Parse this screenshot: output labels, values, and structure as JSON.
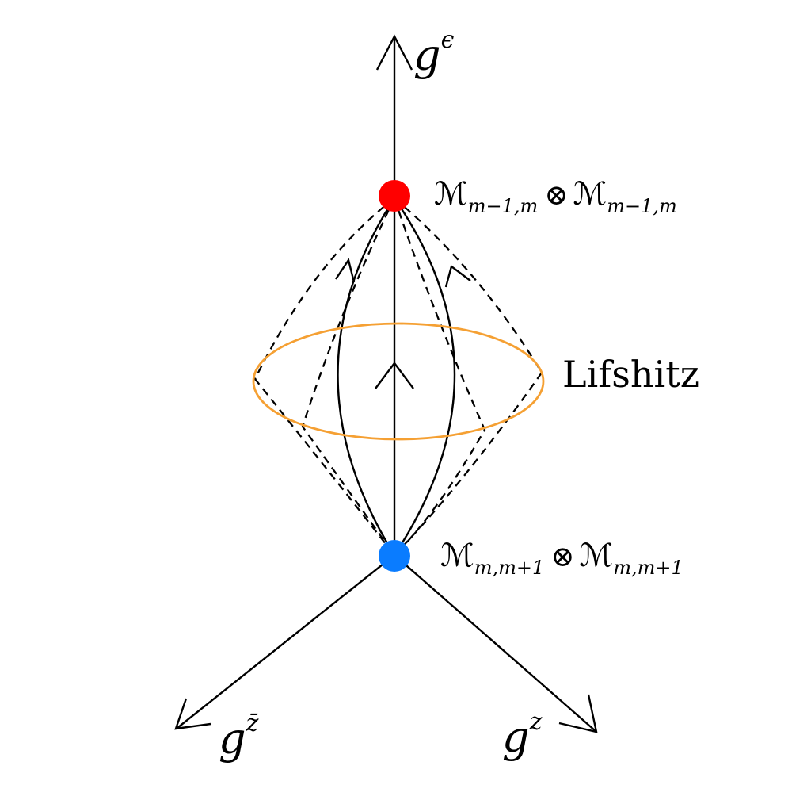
{
  "colors": {
    "stroke": "#000000",
    "uv_point": "#ff0000",
    "ir_point": "#0a7cff",
    "lifshitz_ring": "#f5a033"
  },
  "axes": {
    "vertical": {
      "base": "g",
      "superscript": "ϵ"
    },
    "left": {
      "base": "g",
      "superscript": "z̄"
    },
    "right": {
      "base": "g",
      "superscript": "z"
    }
  },
  "points": {
    "uv": {
      "base": "ℳ",
      "subscript": "m−1,m",
      "operator": "⊗",
      "base2": "ℳ",
      "subscript2": "m−1,m"
    },
    "ir": {
      "base": "ℳ",
      "subscript": "m,m+1",
      "operator": "⊗",
      "base2": "ℳ",
      "subscript2": "m,m+1"
    }
  },
  "ring_label": "Lifshitz"
}
